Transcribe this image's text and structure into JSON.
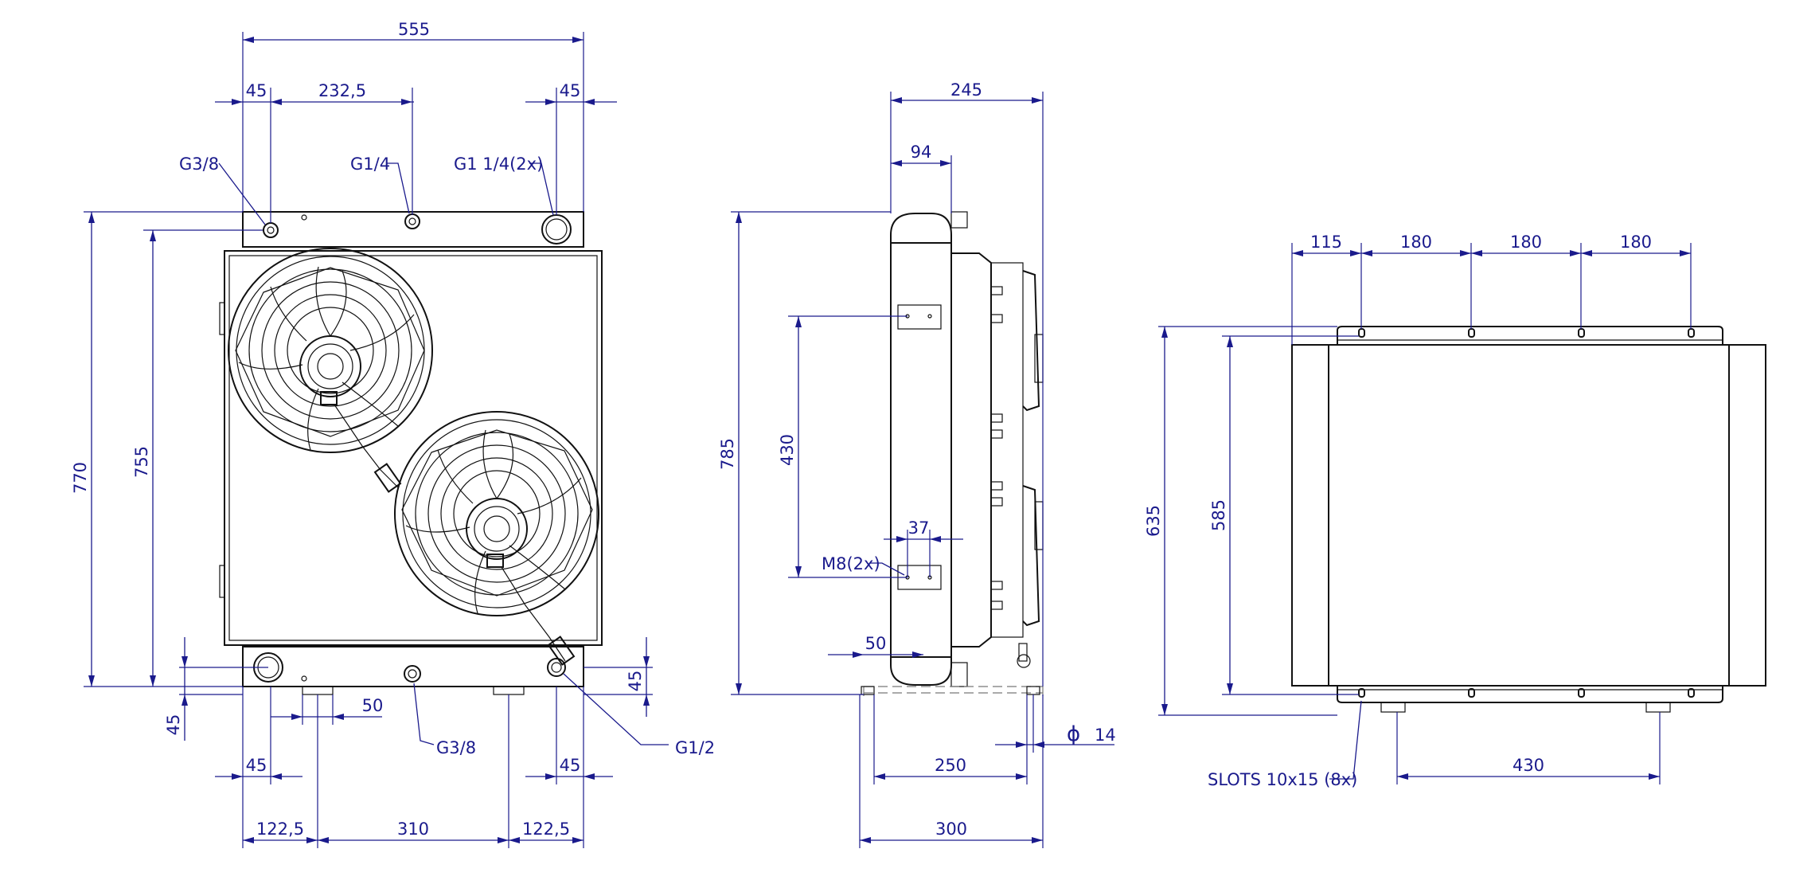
{
  "front_view": {
    "dimensions": {
      "overall_width": "555",
      "left_offset": "45",
      "port_spacing": "232,5",
      "right_offset": "45",
      "overall_height": "770",
      "port_height": "755",
      "bottom_left_offset": "45",
      "bottom_port_offset": "45",
      "bottom_slot_width": "50",
      "bottom_left_45": "45",
      "bottom_right_45": "45",
      "foot_left": "122,5",
      "foot_span": "310",
      "foot_right": "122,5"
    },
    "ports": {
      "top_left": "G3/8",
      "top_middle": "G1/4",
      "top_right": "G1 1/4(2x)",
      "bottom_middle": "G3/8",
      "bottom_right": "G1/2"
    }
  },
  "side_view": {
    "dimensions": {
      "overall_depth": "245",
      "core_depth": "94",
      "overall_height": "785",
      "mount_spacing": "430",
      "mount_width": "37",
      "foot_offset": "50",
      "foot_span": "250",
      "foot_total": "300",
      "hole_diameter": "14"
    },
    "labels": {
      "mount_thread": "M8(2x)",
      "phi": "ϕ"
    }
  },
  "bottom_view": {
    "dimensions": {
      "first_slot": "115",
      "slot_pitch_1": "180",
      "slot_pitch_2": "180",
      "slot_pitch_3": "180",
      "overall_width": "635",
      "slot_span": "585",
      "foot_spacing": "430"
    },
    "labels": {
      "slots": "SLOTS 10x15 (8x)"
    }
  }
}
